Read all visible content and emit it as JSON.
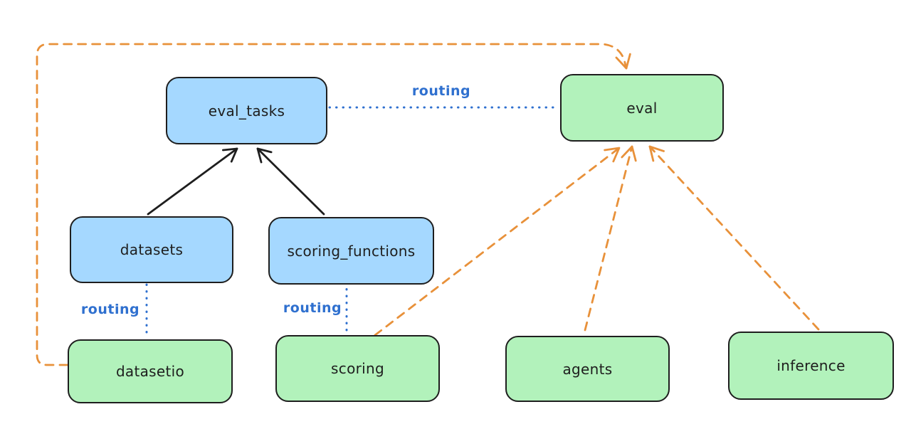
{
  "diagram": {
    "title": "",
    "nodes": [
      {
        "id": "eval_tasks",
        "label": "eval_tasks",
        "kind": "api",
        "fill": "#a5d8ff"
      },
      {
        "id": "datasets",
        "label": "datasets",
        "kind": "api",
        "fill": "#a5d8ff"
      },
      {
        "id": "scoring_functions",
        "label": "scoring_functions",
        "kind": "api",
        "fill": "#a5d8ff"
      },
      {
        "id": "eval",
        "label": "eval",
        "kind": "provider",
        "fill": "#b2f2bb"
      },
      {
        "id": "datasetio",
        "label": "datasetio",
        "kind": "provider",
        "fill": "#b2f2bb"
      },
      {
        "id": "scoring",
        "label": "scoring",
        "kind": "provider",
        "fill": "#b2f2bb"
      },
      {
        "id": "agents",
        "label": "agents",
        "kind": "provider",
        "fill": "#b2f2bb"
      },
      {
        "id": "inference",
        "label": "inference",
        "kind": "provider",
        "fill": "#b2f2bb"
      }
    ],
    "edges": [
      {
        "from": "datasets",
        "to": "eval_tasks",
        "style": "solid-arrow",
        "label": "",
        "color": "#1e1e1e"
      },
      {
        "from": "scoring_functions",
        "to": "eval_tasks",
        "style": "solid-arrow",
        "label": "",
        "color": "#1e1e1e"
      },
      {
        "from": "eval_tasks",
        "to": "eval",
        "style": "dotted",
        "label": "routing",
        "color": "#2f70cf"
      },
      {
        "from": "datasets",
        "to": "datasetio",
        "style": "dotted",
        "label": "routing",
        "color": "#2f70cf"
      },
      {
        "from": "scoring_functions",
        "to": "scoring",
        "style": "dotted",
        "label": "routing",
        "color": "#2f70cf"
      },
      {
        "from": "datasetio",
        "to": "eval",
        "style": "dashed-arrow",
        "label": "",
        "color": "#e8913a"
      },
      {
        "from": "scoring",
        "to": "eval",
        "style": "dashed-arrow",
        "label": "",
        "color": "#e8913a"
      },
      {
        "from": "agents",
        "to": "eval",
        "style": "dashed-arrow",
        "label": "",
        "color": "#e8913a"
      },
      {
        "from": "inference",
        "to": "eval",
        "style": "dashed-arrow",
        "label": "",
        "color": "#e8913a"
      }
    ],
    "colors": {
      "api_fill": "#a5d8ff",
      "provider_fill": "#b2f2bb",
      "stroke": "#1e1e1e",
      "routing_blue": "#2f70cf",
      "dashed_orange": "#e8913a",
      "background": "#ffffff"
    }
  }
}
